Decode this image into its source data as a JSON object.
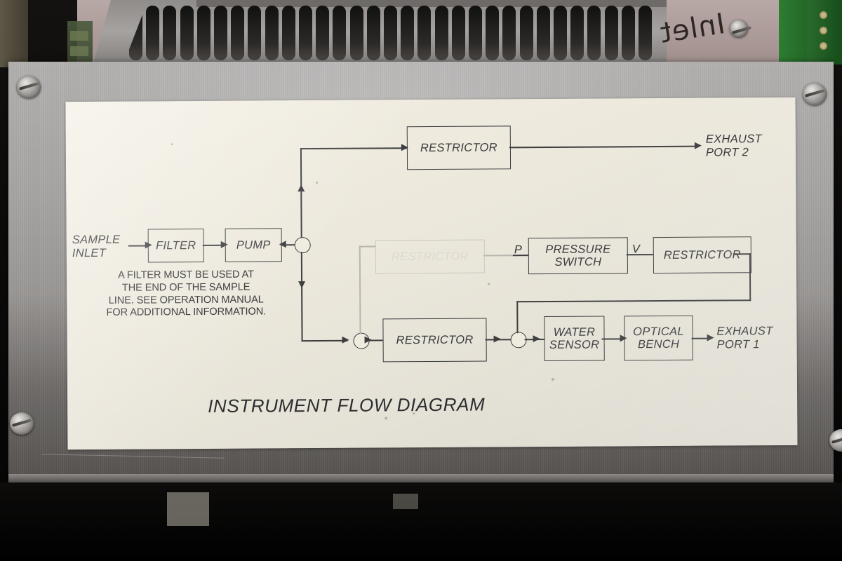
{
  "scene": {
    "device_note_handwriting": "Inlet",
    "label_title": "INSTRUMENT FLOW DIAGRAM"
  },
  "diagram": {
    "title": "INSTRUMENT FLOW DIAGRAM",
    "warning_note": "A FILTER MUST BE USED AT\nTHE END OF THE SAMPLE\nLINE. SEE OPERATION MANUAL\nFOR ADDITIONAL INFORMATION.",
    "terminals": {
      "inlet": "SAMPLE\nINLET",
      "exhaust2": "EXHAUST\nPORT 2",
      "exhaust1": "EXHAUST\nPORT 1"
    },
    "boxes": {
      "filter": "FILTER",
      "pump": "PUMP",
      "restrictor_top": "RESTRICTOR",
      "restrictor_mid_faded": "RESTRICTOR",
      "restrictor_right": "RESTRICTOR",
      "restrictor_bottom": "RESTRICTOR",
      "pressure_switch": "PRESSURE\nSWITCH",
      "water_sensor": "WATER\nSENSOR",
      "optical_bench": "OPTICAL\nBENCH"
    },
    "port_labels": {
      "p": "P",
      "v": "V"
    },
    "colors": {
      "label_background": "#ece8dc",
      "ink": "#3b3b3d",
      "faded_ink": "#ccc9c2",
      "faceplate": "#a8a6a5"
    }
  }
}
